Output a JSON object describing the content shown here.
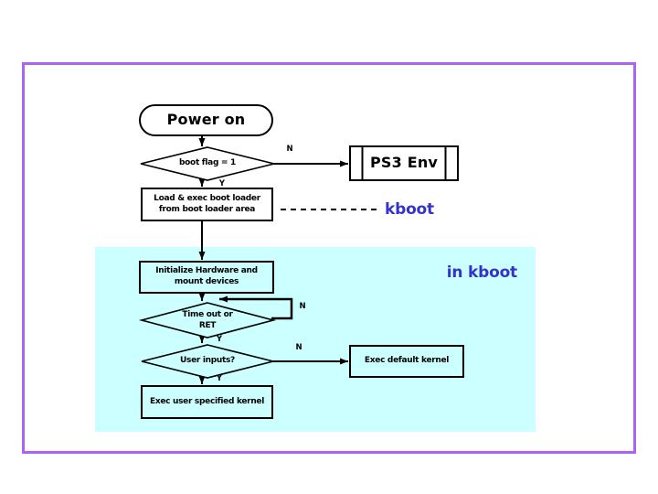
{
  "diagram": {
    "colors": {
      "slide_border": "#a965f2",
      "kboot_region_bg": "#ccffff",
      "accent_text": "#3333cc",
      "stroke": "#000000",
      "node_fill": "#ffffff"
    },
    "nodes": {
      "power_on": {
        "type": "terminator",
        "label": "Power on"
      },
      "boot_flag": {
        "type": "decision",
        "label": "boot flag = 1"
      },
      "ps3_env": {
        "type": "predefined-process",
        "label": "PS3 Env"
      },
      "load_boot_loader": {
        "type": "process",
        "line1": "Load & exec boot loader",
        "line2": "from boot loader area"
      },
      "init_hardware": {
        "type": "process",
        "line1": "Initialize Hardware and",
        "line2": "mount devices"
      },
      "timeout": {
        "type": "decision",
        "line1": "Time out or",
        "line2": "RET"
      },
      "user_inputs": {
        "type": "decision",
        "label": "User inputs?"
      },
      "exec_default": {
        "type": "process",
        "label": "Exec default kernel"
      },
      "exec_user": {
        "type": "process",
        "label": "Exec user specified kernel"
      }
    },
    "branch_labels": {
      "boot_flag_n": "N",
      "boot_flag_y": "Y",
      "timeout_n": "N",
      "timeout_y": "Y",
      "user_inputs_n": "N",
      "user_inputs_y": "Y"
    },
    "annotations": {
      "kboot": "kboot",
      "in_kboot": "in kboot"
    }
  }
}
